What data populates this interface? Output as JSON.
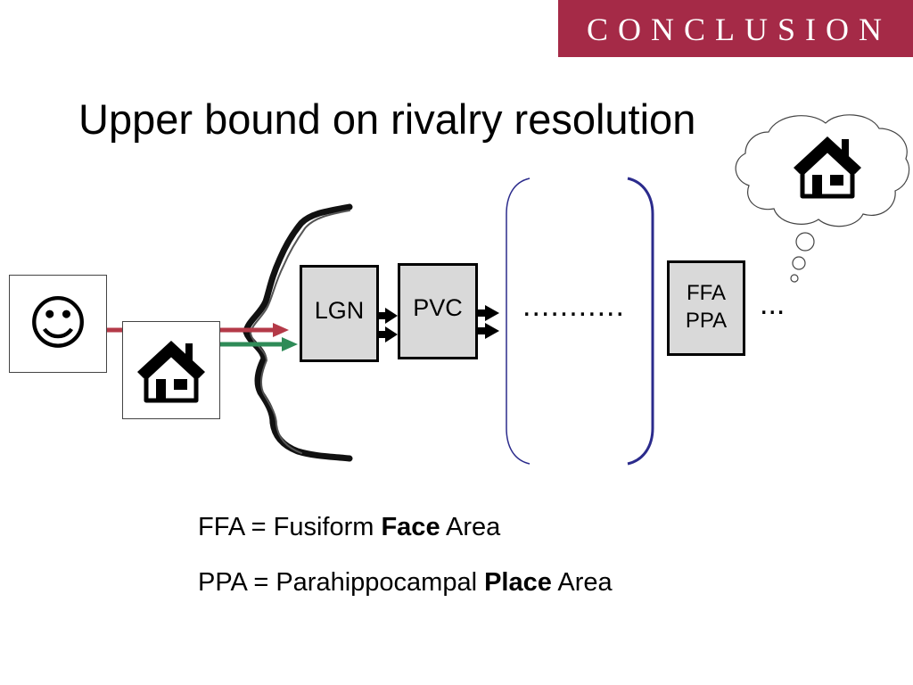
{
  "header": {
    "section": "CONCLUSION"
  },
  "slide": {
    "title": "Upper bound on rivalry resolution"
  },
  "stimuli": {
    "face_glyph": "☺"
  },
  "boxes": {
    "lgn": "LGN",
    "pvc": "PVC",
    "ffa": "FFA",
    "ppa": "PPA"
  },
  "pathway": {
    "ellipsis_long": "...........",
    "ellipsis_short": "..."
  },
  "legend": {
    "ffa_prefix": "FFA = Fusiform ",
    "ffa_bold": "Face",
    "ffa_suffix": " Area",
    "ppa_prefix": "PPA = Parahippocampal ",
    "ppa_bold": "Place",
    "ppa_suffix": " Area"
  },
  "colors": {
    "accent": "#a52a47",
    "face_path": "#b43a48",
    "house_path": "#2e8b57",
    "bracket": "#2b2b8c",
    "box_fill": "#d9d9d9"
  }
}
